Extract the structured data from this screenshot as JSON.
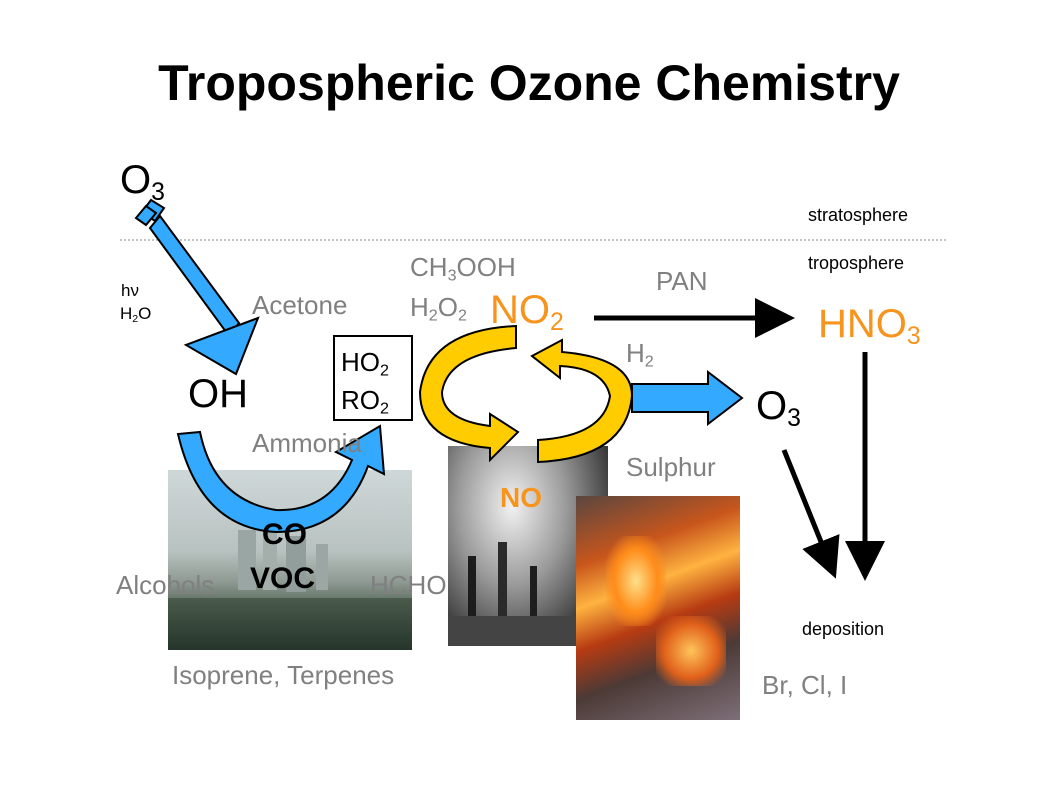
{
  "title": "Tropospheric Ozone Chemistry",
  "species": {
    "o3_top": {
      "base": "O",
      "sub": "3"
    },
    "oh": "OH",
    "no2": {
      "base": "NO",
      "sub": "2"
    },
    "hno3": {
      "base": "HNO",
      "sub": "3"
    },
    "o3_right": {
      "base": "O",
      "sub": "3"
    },
    "no": "NO"
  },
  "photolysis": {
    "hv": "hν",
    "h2o": {
      "base": "H",
      "sub": "2",
      "tail": "O"
    }
  },
  "box": {
    "ho2": {
      "base": "HO",
      "sub": "2"
    },
    "ro2": {
      "base": "RO",
      "sub": "2"
    }
  },
  "fuel": {
    "co": "CO",
    "voc": "VOC"
  },
  "layers": {
    "upper": "stratosphere",
    "lower": "troposphere"
  },
  "reservoirs": {
    "ch3ooh": {
      "a": "CH",
      "a_sub": "3",
      "b": "OOH"
    },
    "h2o2": {
      "a": "H",
      "a_sub": "2",
      "b": "O",
      "b_sub": "2"
    },
    "pan": "PAN",
    "h2": {
      "base": "H",
      "sub": "2"
    }
  },
  "compounds": {
    "acetone": "Acetone",
    "ammonia": "Ammonia",
    "alcohols": "Alcohols",
    "hcho": "HCHO",
    "sulphur": "Sulphur",
    "isoprene": "Isoprene, Terpenes",
    "halogens": "Br, Cl, I"
  },
  "deposition": "deposition",
  "colors": {
    "orange": "#f7941d",
    "gray": "#808080",
    "cyan": "#33aaff",
    "yellow": "#ffcc00"
  }
}
